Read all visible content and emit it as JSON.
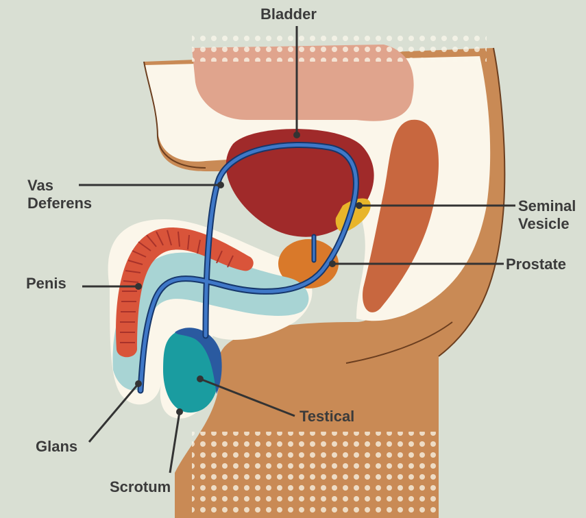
{
  "diagram": {
    "labels": {
      "bladder": "Bladder",
      "vas_deferens_line1": "Vas",
      "vas_deferens_line2": "Deferens",
      "seminal_vesicle_line1": "Seminal",
      "seminal_vesicle_line2": "Vesicle",
      "prostate": "Prostate",
      "penis": "Penis",
      "testical": "Testical",
      "glans": "Glans",
      "scrotum": "Scrotum"
    },
    "colors": {
      "background": "#d9dfd3",
      "body_skin": "#c98a55",
      "body_light": "#fbf6ea",
      "bladder": "#a02a2a",
      "peritoneum": "#e0a48d",
      "rectum": "#c8673f",
      "prostate": "#d9792a",
      "seminal_vesicle": "#e8b52a",
      "penis_tissue": "#d9543a",
      "urethra_light": "#a8d4d4",
      "vas_deferens": "#2a5aa0",
      "testicle": "#1a9ca0",
      "label_text": "#3b3b3b",
      "leader_line": "#333333"
    }
  }
}
